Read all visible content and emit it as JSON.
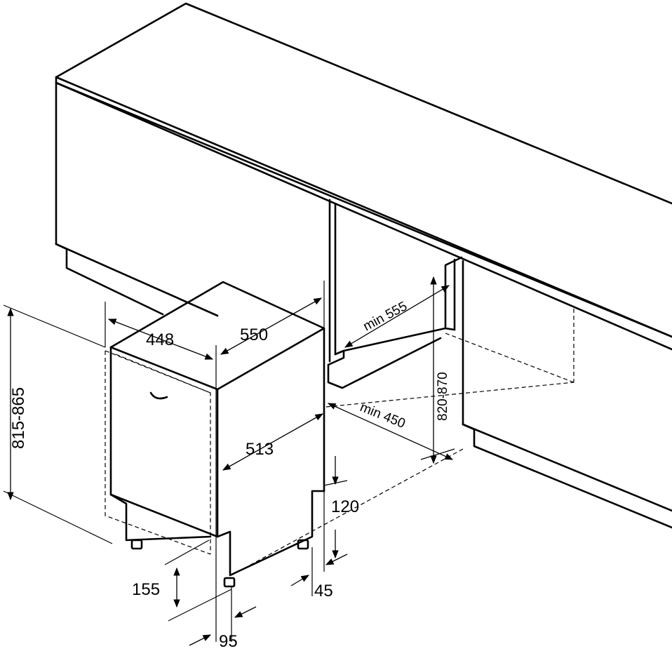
{
  "dimensions": {
    "width_appliance": "448",
    "depth_appliance": "550",
    "depth_inner": "513",
    "height_appliance": "815-865",
    "niche_depth_min": "min 555",
    "niche_width_min": "min 450",
    "niche_height": "820-870",
    "plinth_height": "120",
    "plinth_setback": "45",
    "door_bottom_height": "155",
    "door_offset": "95"
  }
}
